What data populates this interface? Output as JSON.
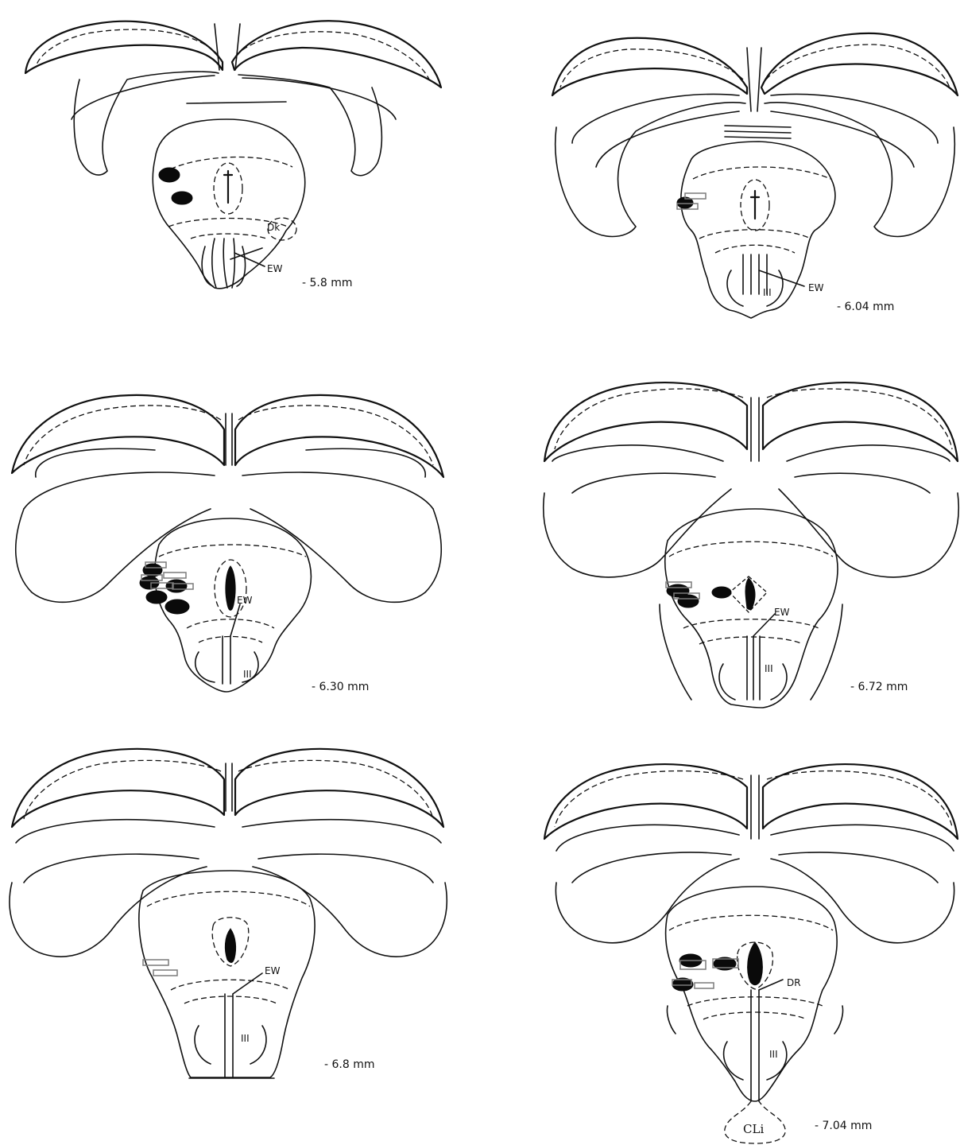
{
  "figure": {
    "panels": [
      {
        "id": "p1",
        "level": "- 5.8 mm",
        "labels": {
          "dk": "Dk",
          "ew": "EW"
        }
      },
      {
        "id": "p2",
        "level": "- 6.04 mm",
        "labels": {
          "ew": "EW",
          "iii": "III"
        }
      },
      {
        "id": "p3",
        "level": "- 6.30 mm",
        "labels": {
          "ew": "EW",
          "iii": "III"
        }
      },
      {
        "id": "p4",
        "level": "- 6.72 mm",
        "labels": {
          "ew": "EW",
          "iii": "III"
        }
      },
      {
        "id": "p5",
        "level": "- 6.8 mm",
        "labels": {
          "ew": "EW",
          "iii": "III"
        }
      },
      {
        "id": "p6",
        "level": "- 7.04 mm",
        "labels": {
          "dr": "DR",
          "iii": "III",
          "cli": "CLi"
        }
      }
    ],
    "legend_marks": {
      "filled_ellipse": "black filled ellipse",
      "open_rectangle": "gray open rectangle"
    }
  }
}
